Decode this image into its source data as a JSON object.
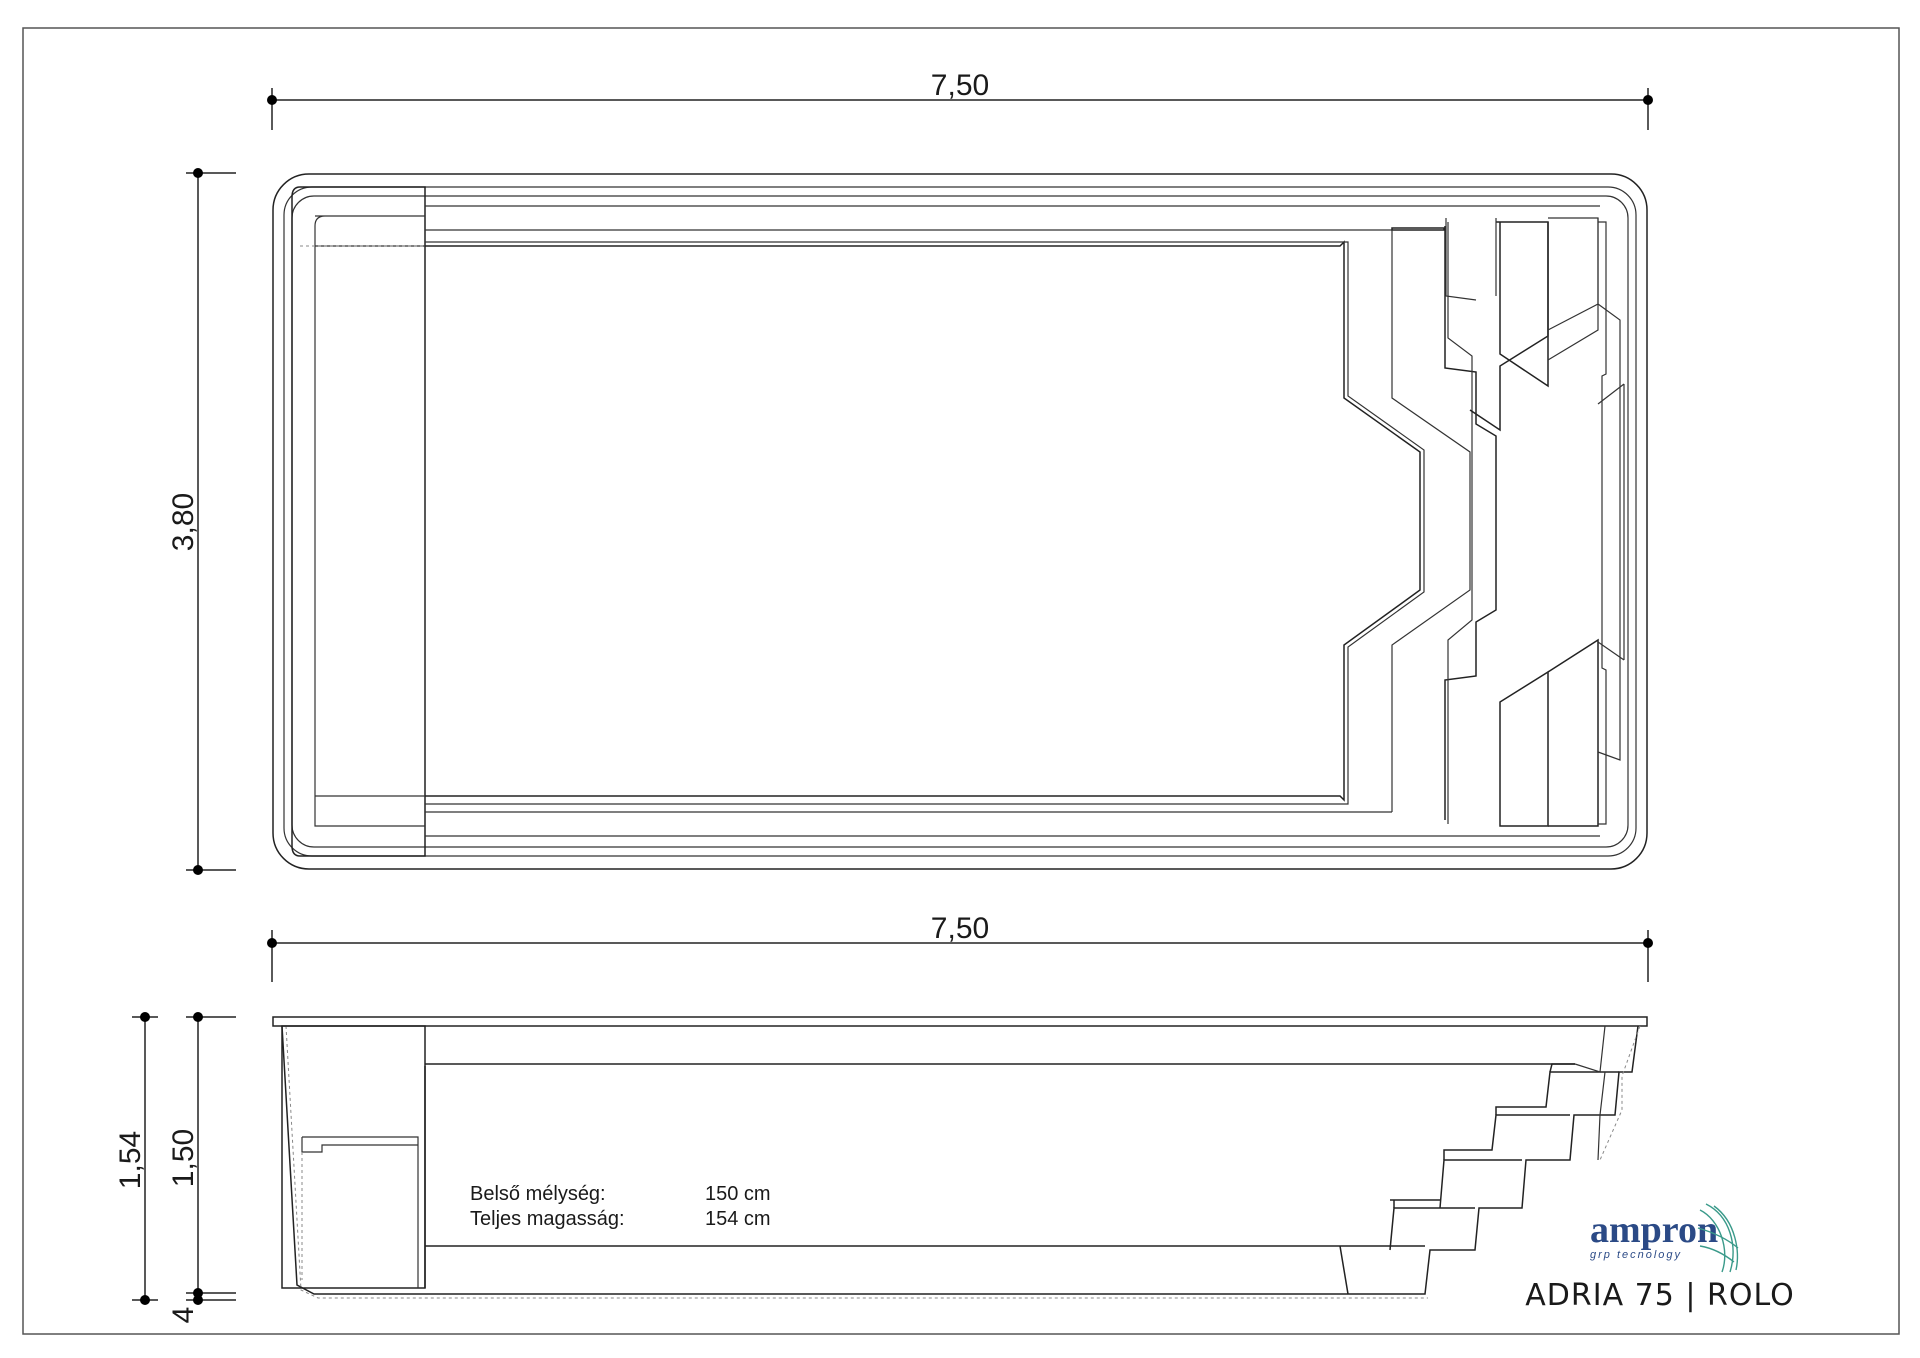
{
  "dimensions": {
    "top_length": "7,50",
    "top_width": "3,80",
    "side_length": "7,50",
    "side_total_height": "1,54",
    "side_inner_depth": "1,50",
    "side_rim": "4"
  },
  "specs": {
    "inner_depth_label": "Belső mélység:",
    "inner_depth_value": "150 cm",
    "total_height_label": "Teljes magasság:",
    "total_height_value": "154 cm"
  },
  "brand": {
    "name": "ampron",
    "tagline": "grp tecnology",
    "color": "#2b4a86",
    "accent": "#3a9a8a"
  },
  "model": {
    "title": "ADRIA 75 | ROLO"
  }
}
